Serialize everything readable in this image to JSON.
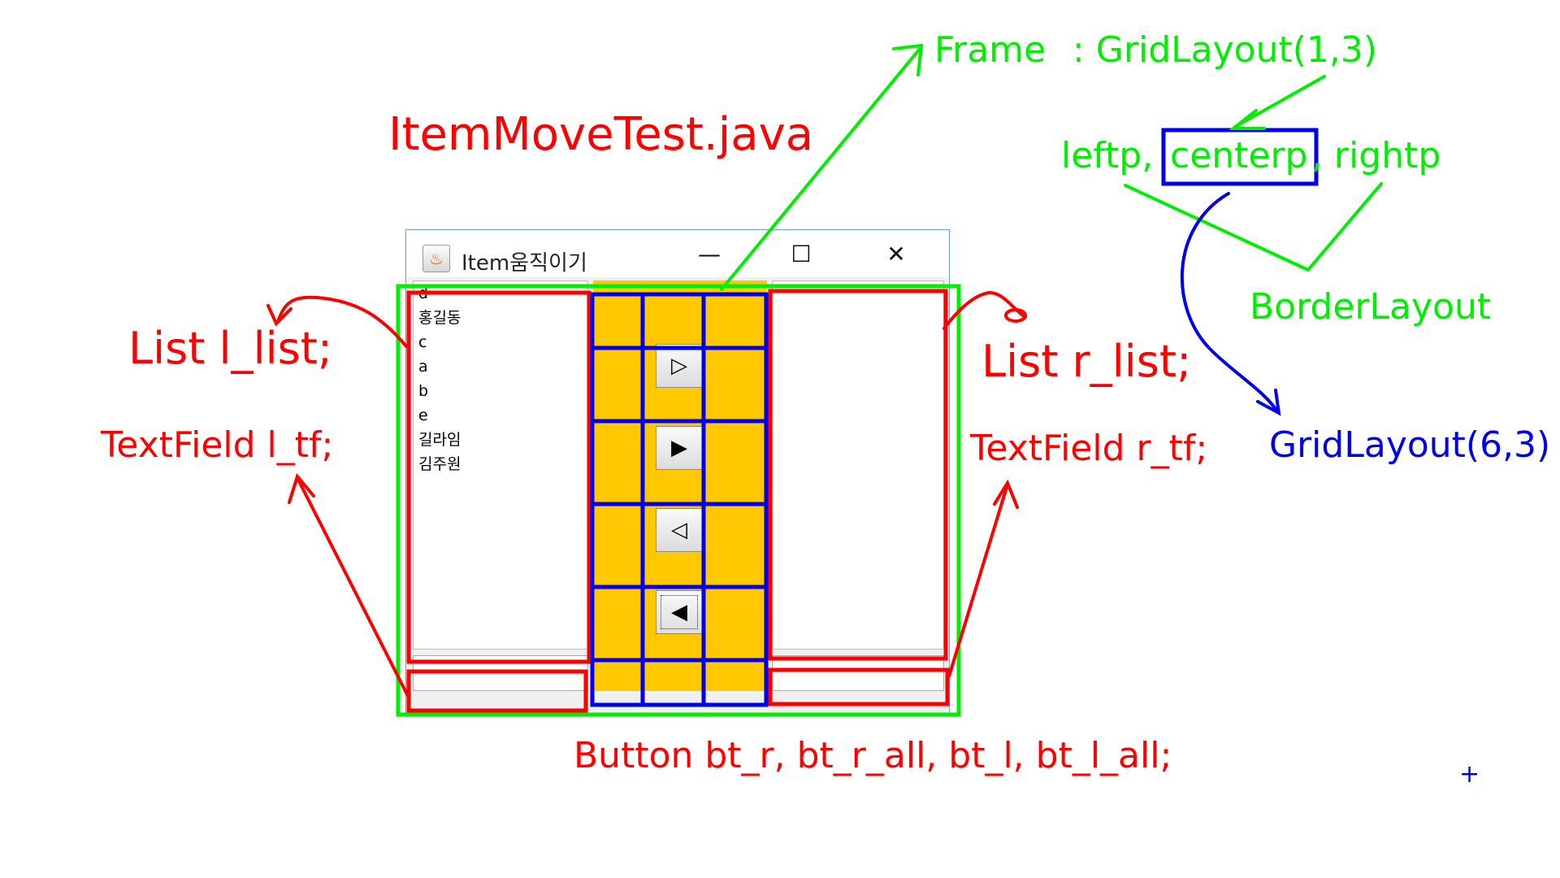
{
  "window": {
    "title": "Item움직이기",
    "controls": {
      "minimize": "—",
      "maximize": "☐",
      "close": "✕"
    },
    "left_list": [
      "d",
      "홍길동",
      "c",
      "a",
      "b",
      "e",
      "길라임",
      "김주원"
    ],
    "buttons": [
      "▷",
      "▶",
      "◁",
      "◀"
    ]
  },
  "annotations": {
    "file_name": "ItemMoveTest.java",
    "frame_label": "Frame",
    "frame_layout": ": GridLayout(1,3)",
    "panels_left": "leftp,",
    "panels_center": "centerp",
    "panels_right": ", rightp",
    "border_layout": "BorderLayout",
    "center_grid": "GridLayout(6,3)",
    "left_list": "List l_list;",
    "right_list": "List r_list;",
    "left_tf": "TextField l_tf;",
    "right_tf": "TextField r_tf;",
    "buttons": "Button bt_r,  bt_r_all, bt_l, bt_l_all;",
    "plus": "+"
  },
  "colors": {
    "annotation_red": "#ff0000",
    "annotation_green": "#00ee00",
    "annotation_blue": "#0000ee",
    "center_panel": "#ffc800"
  }
}
